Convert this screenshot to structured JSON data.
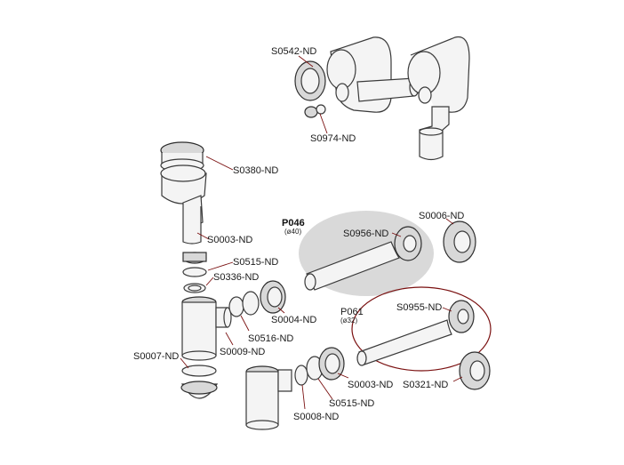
{
  "labels": {
    "s0542": "S0542-ND",
    "s0974": "S0974-ND",
    "s0380": "S0380-ND",
    "s0003_top": "S0003-ND",
    "s0515_top": "S0515-ND",
    "s0336": "S0336-ND",
    "s0004": "S0004-ND",
    "s0516": "S0516-ND",
    "s0009": "S0009-ND",
    "s0007": "S0007-ND",
    "s0003_bottom": "S0003-ND",
    "s0515_bottom": "S0515-ND",
    "s0008": "S0008-ND",
    "p046": "P046",
    "p046_dia": "(ø40)",
    "s0956": "S0956-ND",
    "s0006": "S0006-ND",
    "p061": "P061",
    "p061_dia": "(ø32)",
    "s0955": "S0955-ND",
    "s0321": "S0321-ND"
  },
  "colors": {
    "leader": "#7a1010",
    "highlight": "#d9d9d9",
    "outline": "#7a1010"
  }
}
